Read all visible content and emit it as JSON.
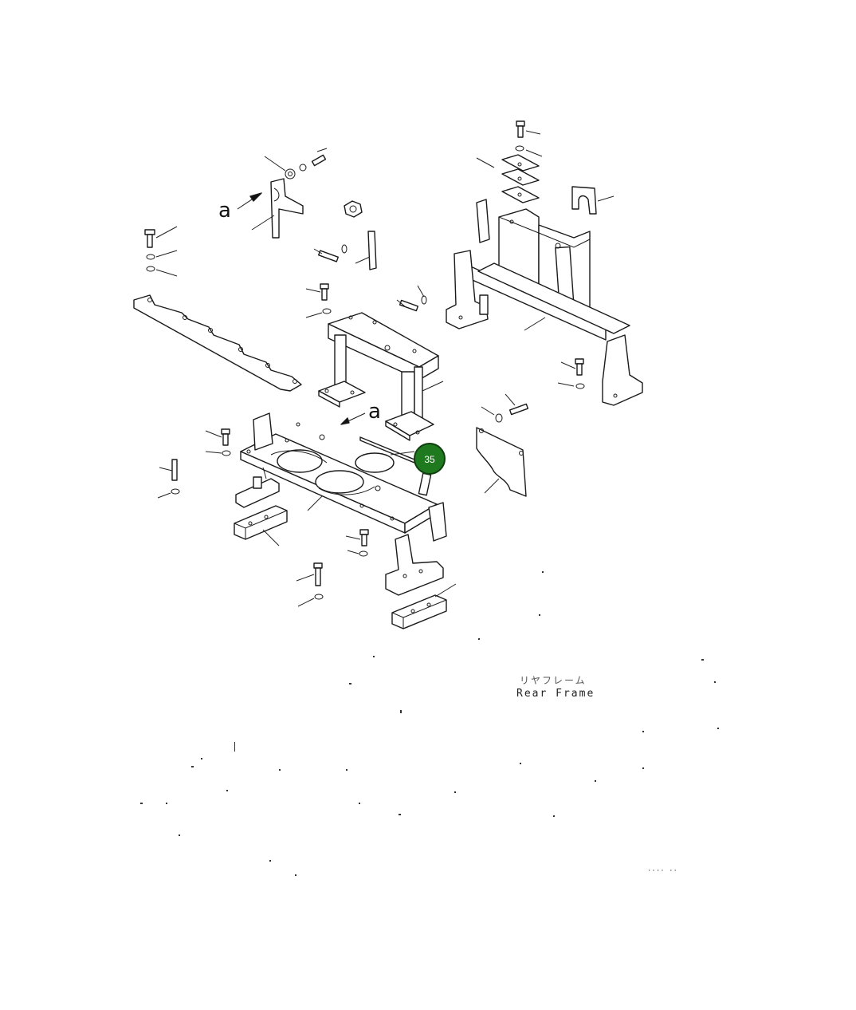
{
  "diagram": {
    "callout_letter_top": "a",
    "callout_letter_mid": "a",
    "caption_line1": "リヤフレーム",
    "caption_line2": "Rear Frame",
    "corner_code": "···· ··",
    "hotspot": {
      "label": "35",
      "color": "#1f7a1f"
    }
  }
}
